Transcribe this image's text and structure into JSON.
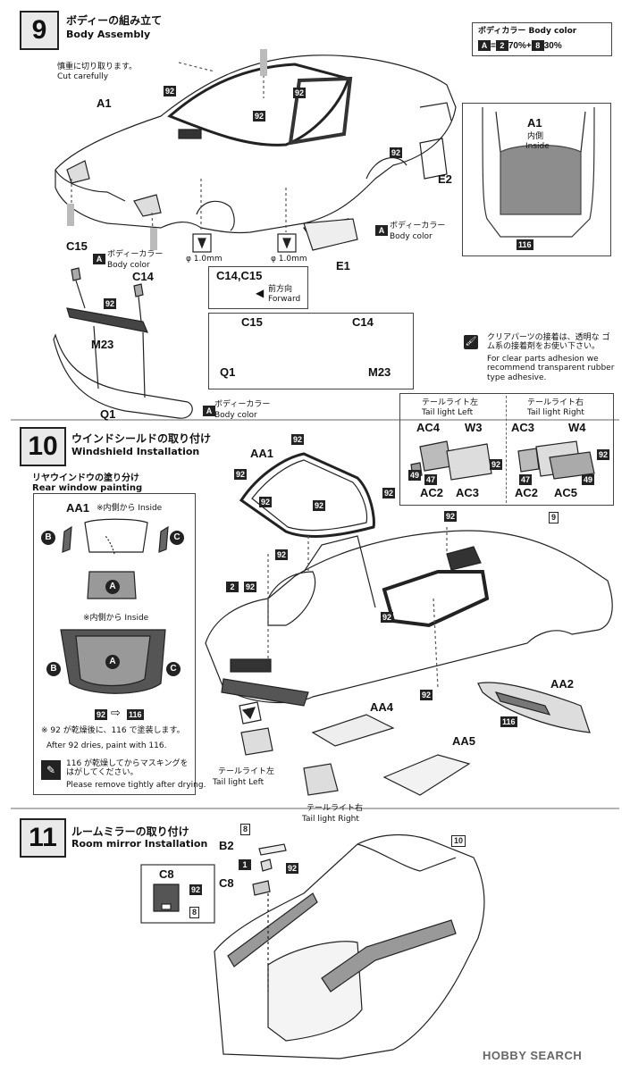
{
  "steps": [
    {
      "num": "9",
      "jp": "ボディーの組み立て",
      "en": "Body Assembly"
    },
    {
      "num": "10",
      "jp": "ウインドシールドの取り付け",
      "en": "Windshield Installation"
    },
    {
      "num": "11",
      "jp": "ルームミラーの取り付け",
      "en": "Room mirror Installation"
    }
  ],
  "body_color_box": {
    "title": "ボディカラー Body color",
    "a": "A",
    "eq": "=",
    "c1": "2",
    "p1": "70%",
    "plus": "+",
    "c2": "8",
    "p2": "30%"
  },
  "step9": {
    "cut_jp": "慎重に切り取ります。",
    "cut_en": "Cut carefully",
    "parts": {
      "a1": "A1",
      "e2": "E2",
      "e1": "E1",
      "c15": "C15",
      "c14": "C14",
      "m23": "M23",
      "q1": "Q1",
      "q1b": "Q1",
      "c15b": "C15",
      "c14b": "C14",
      "m23b": "M23"
    },
    "tag92": "92",
    "tagA": "A",
    "body_color_jp": "ボディーカラー",
    "body_color_en": "Body color",
    "drill1": "φ 1.0mm",
    "drill2": "φ 1.0mm",
    "forward_parts": "C14,C15",
    "forward_jp": "前方向",
    "forward_en": "Forward",
    "inset_part": "A1",
    "inset_jp": "内側",
    "inset_en": "Inside",
    "inset_tag": "116",
    "clear_jp": "クリアパーツの接着は、透明な ゴム系の接着剤をお使い下さい。",
    "clear_en": "For clear parts adhesion we recommend transparent rubber type adhesive."
  },
  "tail_lights": {
    "left_jp": "テールライト左",
    "left_en": "Tail light Left",
    "right_jp": "テールライト右",
    "right_en": "Tail light Right",
    "left_parts": [
      "AC4",
      "W3",
      "AC2",
      "AC3"
    ],
    "right_parts": [
      "AC3",
      "W4",
      "AC2",
      "AC5"
    ],
    "tags": [
      "92",
      "49",
      "47",
      "92",
      "47",
      "49"
    ]
  },
  "step10": {
    "rear_jp": "リヤウインドウの塗り分け",
    "rear_en": "Rear window painting",
    "aa1_inside": "AA1",
    "inside_jp1": "※内側から Inside",
    "inside_jp2": "※内側から Inside",
    "circle_a": "A",
    "circle_b": "B",
    "circle_c": "C",
    "arrow_from": "92",
    "arrow_to": "116",
    "note1_jp": "※ 92 が乾燥後に、116 で塗装します。",
    "note1_en": "After 92 dries, paint with 116.",
    "note2_jp": "116 が乾燥してからマスキングを はがしてください。",
    "note2_en": "Please remove tightly after drying.",
    "parts": {
      "aa1": "AA1",
      "aa2": "AA2",
      "aa4": "AA4",
      "aa5": "AA5"
    },
    "ref": "9",
    "tag2": "2",
    "tag92": "92",
    "tag116": "116",
    "tl_left_jp": "テールライト左",
    "tl_left_en": "Tail light Left",
    "tl_right_jp": "テールライト右",
    "tl_right_en": "Tail light Right"
  },
  "step11": {
    "b2": "B2",
    "c8": "C8",
    "c8b": "C8",
    "tag8": "8",
    "tag1": "1",
    "tag92": "92",
    "ref": "10"
  },
  "watermark": "HOBBY SEARCH"
}
